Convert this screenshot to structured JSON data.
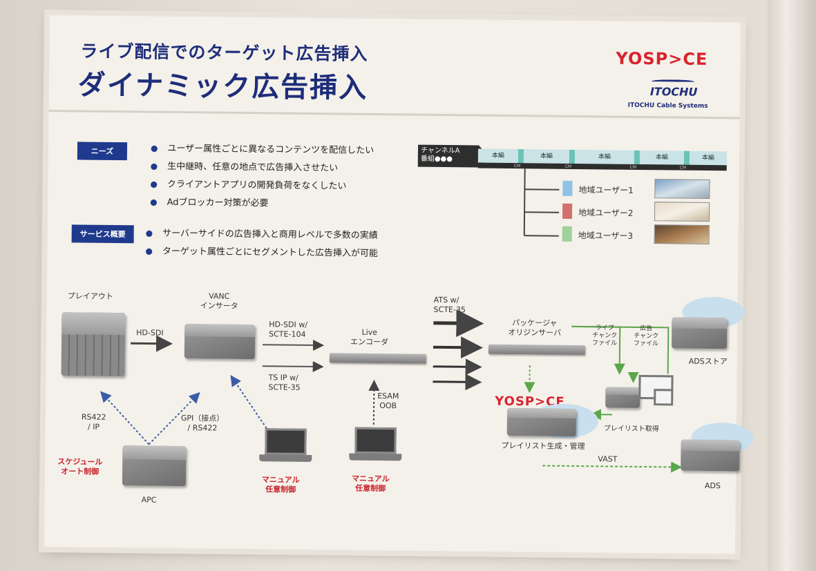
{
  "title_line1": "ライブ配信でのターゲット広告挿入",
  "title_line2": "ダイナミック広告挿入",
  "logo_yospace": "YOSP>CE",
  "logo_itochu": "ITOCHU",
  "logo_itochu_sub": "ITOCHU Cable Systems",
  "needs": {
    "tag": "ニーズ",
    "items": [
      "ユーザー属性ごとに異なるコンテンツを配信したい",
      "生中継時、任意の地点で広告挿入させたい",
      "クライアントアプリの開発負荷をなくしたい",
      "Adブロッカー対策が必要"
    ]
  },
  "service": {
    "tag": "サービス概要",
    "items": [
      "サーバーサイドの広告挿入と商用レベルで多数の実績",
      "ターゲット属性ごとにセグメントした広告挿入が可能"
    ]
  },
  "timeline": {
    "channel": "チャンネルA",
    "channel_sub": "番組●●●",
    "segments": [
      "本編",
      "本編",
      "本編",
      "本編",
      "本編"
    ],
    "cm": [
      "CM",
      "CM",
      "CM",
      "CM"
    ],
    "users": [
      "地域ユーザー1",
      "地域ユーザー2",
      "地域ユーザー3"
    ]
  },
  "diagram": {
    "playout": "プレイアウト",
    "vanc": "VANC\nインサータ",
    "hdsdi": "HD-SDI",
    "hdsdi_scte104": "HD-SDI w/\nSCTE-104",
    "tsip": "TS IP w/\nSCTE-35",
    "live_encoder": "Live\nエンコーダ",
    "ats": "ATS w/\nSCTE-35",
    "packager": "パッケージャ\nオリジンサーバ",
    "live_chunk": "ライブ\nチャンク\nファイル",
    "ad_chunk": "広告\nチャンク\nファイル",
    "ads_store": "ADSストア",
    "esam": "ESAM\nOOB",
    "rs422": "RS422\n/ IP",
    "gpi": "GPI（接点）\n/ RS422",
    "schedule": "スケジュール\nオート制御",
    "apc": "APC",
    "manual1": "マニュアル\n任意制御",
    "manual2": "マニュアル\n任意制御",
    "playlist_gen": "プレイリスト生成・管理",
    "playlist_req": "プレイリスト取得",
    "vast": "VAST",
    "ads": "ADS"
  },
  "colors": {
    "navy": "#1e2d7a",
    "red": "#d9232e",
    "green": "#5aa648"
  }
}
